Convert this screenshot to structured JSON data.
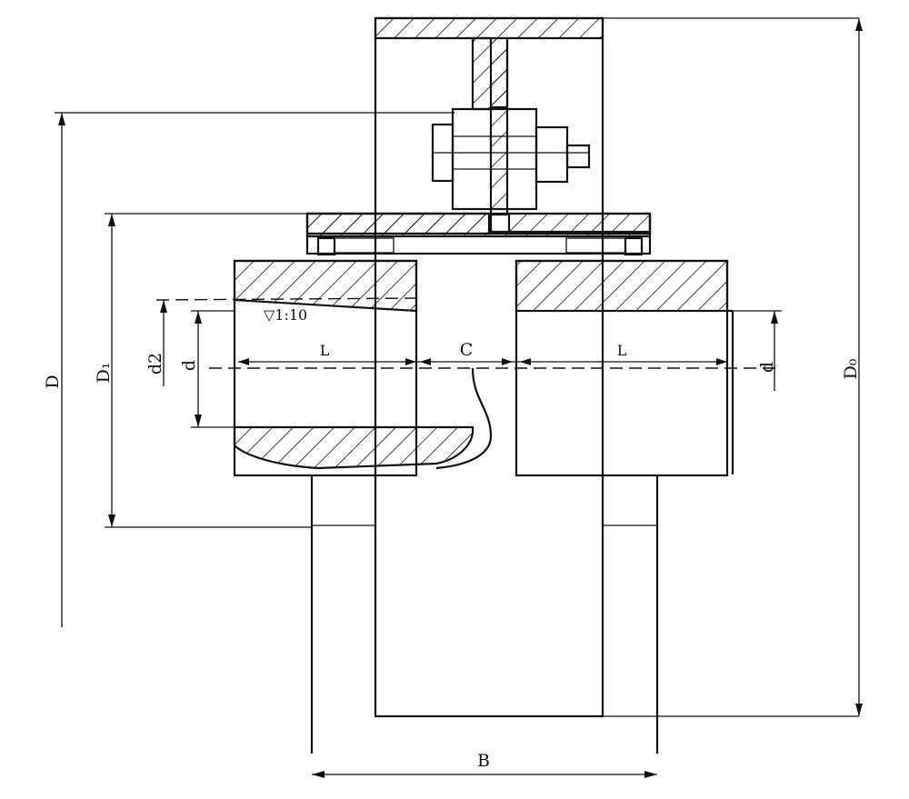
{
  "labels": {
    "D": "D",
    "D1": "D₁",
    "d2": "d2",
    "d_left": "d",
    "d_right": "d",
    "D0": "D₀",
    "B": "B",
    "C": "C",
    "L_left": "L",
    "L_right": "L",
    "taper": "▽1:10"
  }
}
